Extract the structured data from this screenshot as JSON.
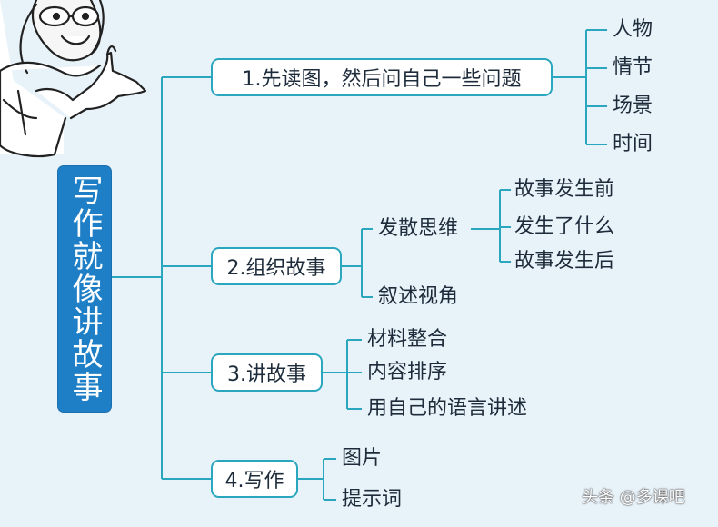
{
  "root": {
    "label": "写作就像讲故事"
  },
  "steps": [
    {
      "label": "1.先读图，然后问自己一些问题",
      "children": [
        "人物",
        "情节",
        "场景",
        "时间"
      ]
    },
    {
      "label": "2.组织故事",
      "branches": [
        {
          "label": "发散思维",
          "children": [
            "故事发生前",
            "发生了什么",
            "故事发生后"
          ]
        },
        {
          "label": "叙述视角"
        }
      ]
    },
    {
      "label": "3.讲故事",
      "children": [
        "材料整合",
        "内容排序",
        "用自己的语言讲述"
      ]
    },
    {
      "label": "4.写作",
      "children": [
        "图片",
        "提示词"
      ]
    }
  ],
  "watermark": "头条 @多课吧",
  "colors": {
    "connector": "#2aa6bf",
    "root_fill": "#1f7fc6",
    "background": "#e8f2f9"
  }
}
